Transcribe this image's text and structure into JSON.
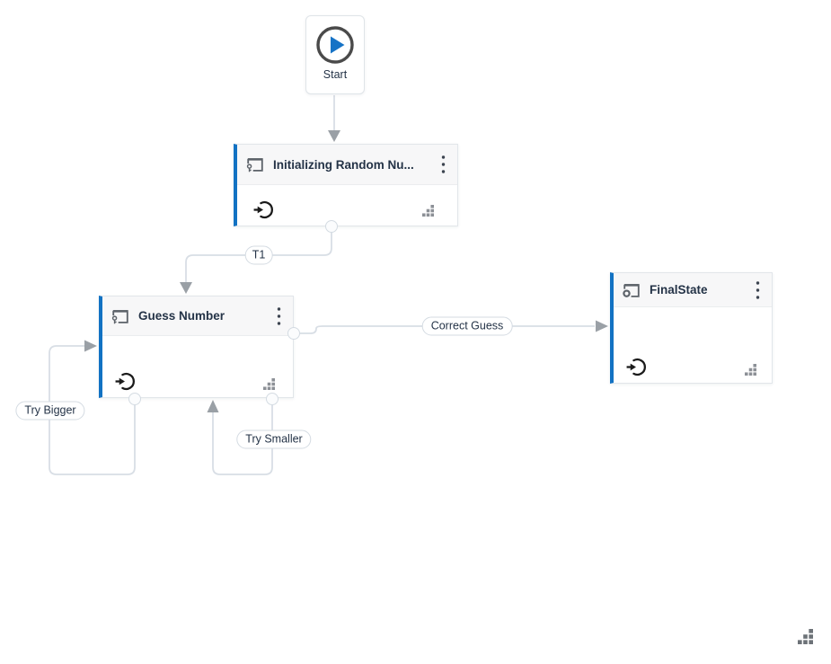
{
  "colors": {
    "accent": "#1272c3",
    "line": "#d8dee5",
    "arrow": "#9aa0a6",
    "title_text": "#243347",
    "header_bg": "#f7f7f8",
    "box_border": "#e2e6ea"
  },
  "start_node": {
    "label": "Start",
    "icon": "play-circle-icon"
  },
  "states": [
    {
      "title": "Initializing Random Nu...",
      "icon": "state-icon",
      "menu_icon": "kebab-menu-icon",
      "entry_icon": "enter-state-icon",
      "grip_icon": "resize-grip-icon"
    },
    {
      "title": "Guess Number",
      "icon": "state-icon",
      "menu_icon": "kebab-menu-icon",
      "entry_icon": "enter-state-icon",
      "grip_icon": "resize-grip-icon"
    },
    {
      "title": "FinalState",
      "icon": "final-state-icon",
      "menu_icon": "kebab-menu-icon",
      "entry_icon": "enter-state-icon",
      "grip_icon": "resize-grip-icon"
    }
  ],
  "transitions": [
    {
      "label": "T1"
    },
    {
      "label": "Correct Guess"
    },
    {
      "label": "Try Bigger"
    },
    {
      "label": "Try Smaller"
    }
  ],
  "canvas": {
    "resize_grip_icon": "resize-grip-icon"
  }
}
